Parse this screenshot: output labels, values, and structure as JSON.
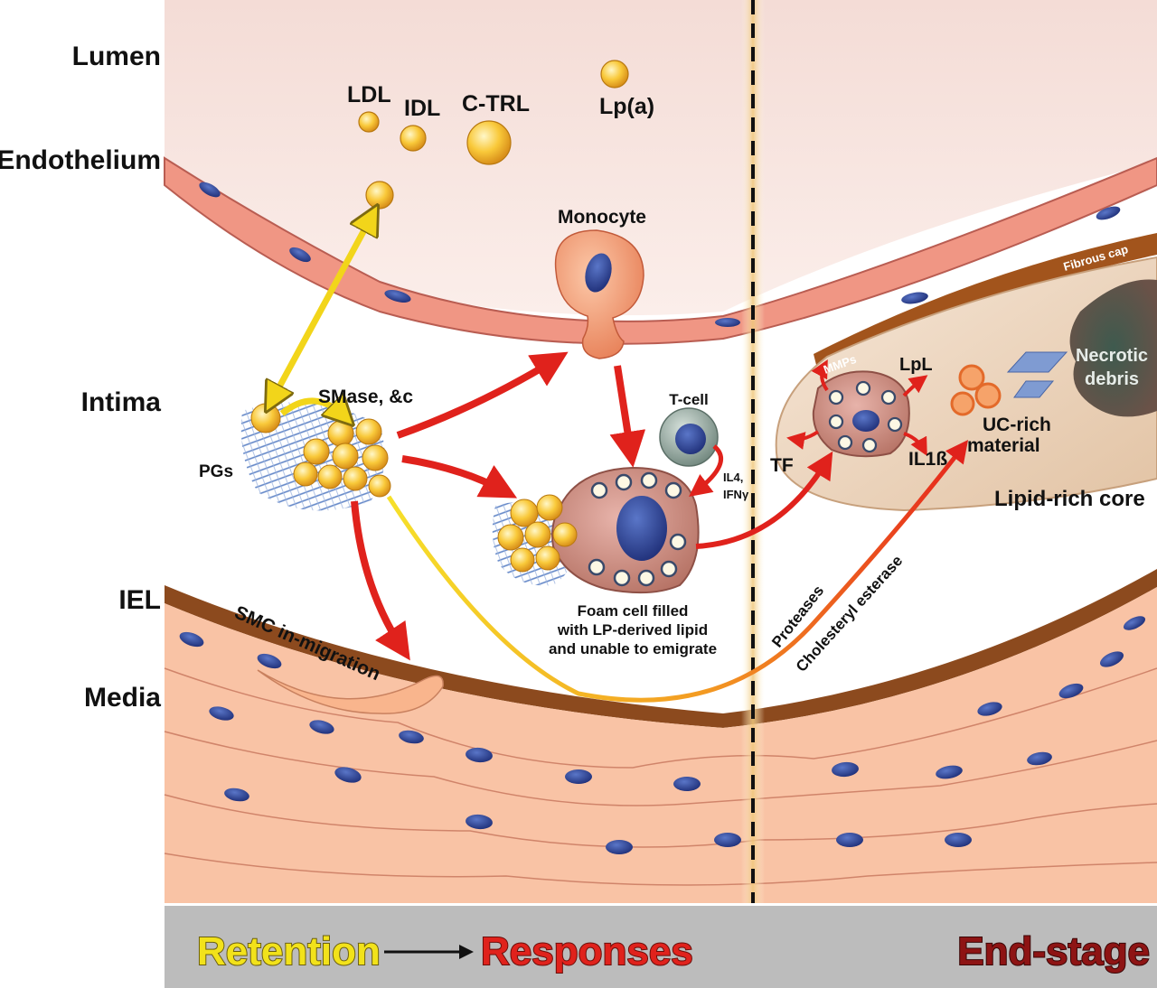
{
  "layers": {
    "lumen": "Lumen",
    "endothelium": "Endothelium",
    "intima": "Intima",
    "iel": "IEL",
    "media": "Media"
  },
  "lipoproteins": {
    "ldl": "LDL",
    "idl": "IDL",
    "ctrl": "C-TRL",
    "lpa": "Lp(a)"
  },
  "cells": {
    "monocyte": "Monocyte",
    "tcell": "T-cell",
    "cytokines_line1": "IL4,",
    "cytokines_line2": "IFNγ",
    "foam_line1": "Foam cell filled",
    "foam_line2": "with LP-derived lipid",
    "foam_line3": "and unable to emigrate"
  },
  "retention": {
    "smase": "SMase, &c",
    "pgs": "PGs",
    "smc": "SMC in-migration"
  },
  "endstage": {
    "fibrous_cap": "Fibrous cap",
    "necrotic_line1": "Necrotic",
    "necrotic_line2": "debris",
    "mmps": "MMPs",
    "lpl": "LpL",
    "tf": "TF",
    "il1b": "IL1ß",
    "uc_line1": "UC-rich",
    "uc_line2": "material",
    "lipid_core": "Lipid-rich core",
    "proteases": "Proteases",
    "cholesteryl": "Cholesteryl esterase"
  },
  "footer": {
    "retention": "Retention",
    "responses": "Responses",
    "endstage": "End-stage"
  },
  "colors": {
    "retention": "#f2e21a",
    "responses": "#e0221c",
    "endstage": "#8e1414",
    "footer_bg": "#bcbcbc"
  }
}
